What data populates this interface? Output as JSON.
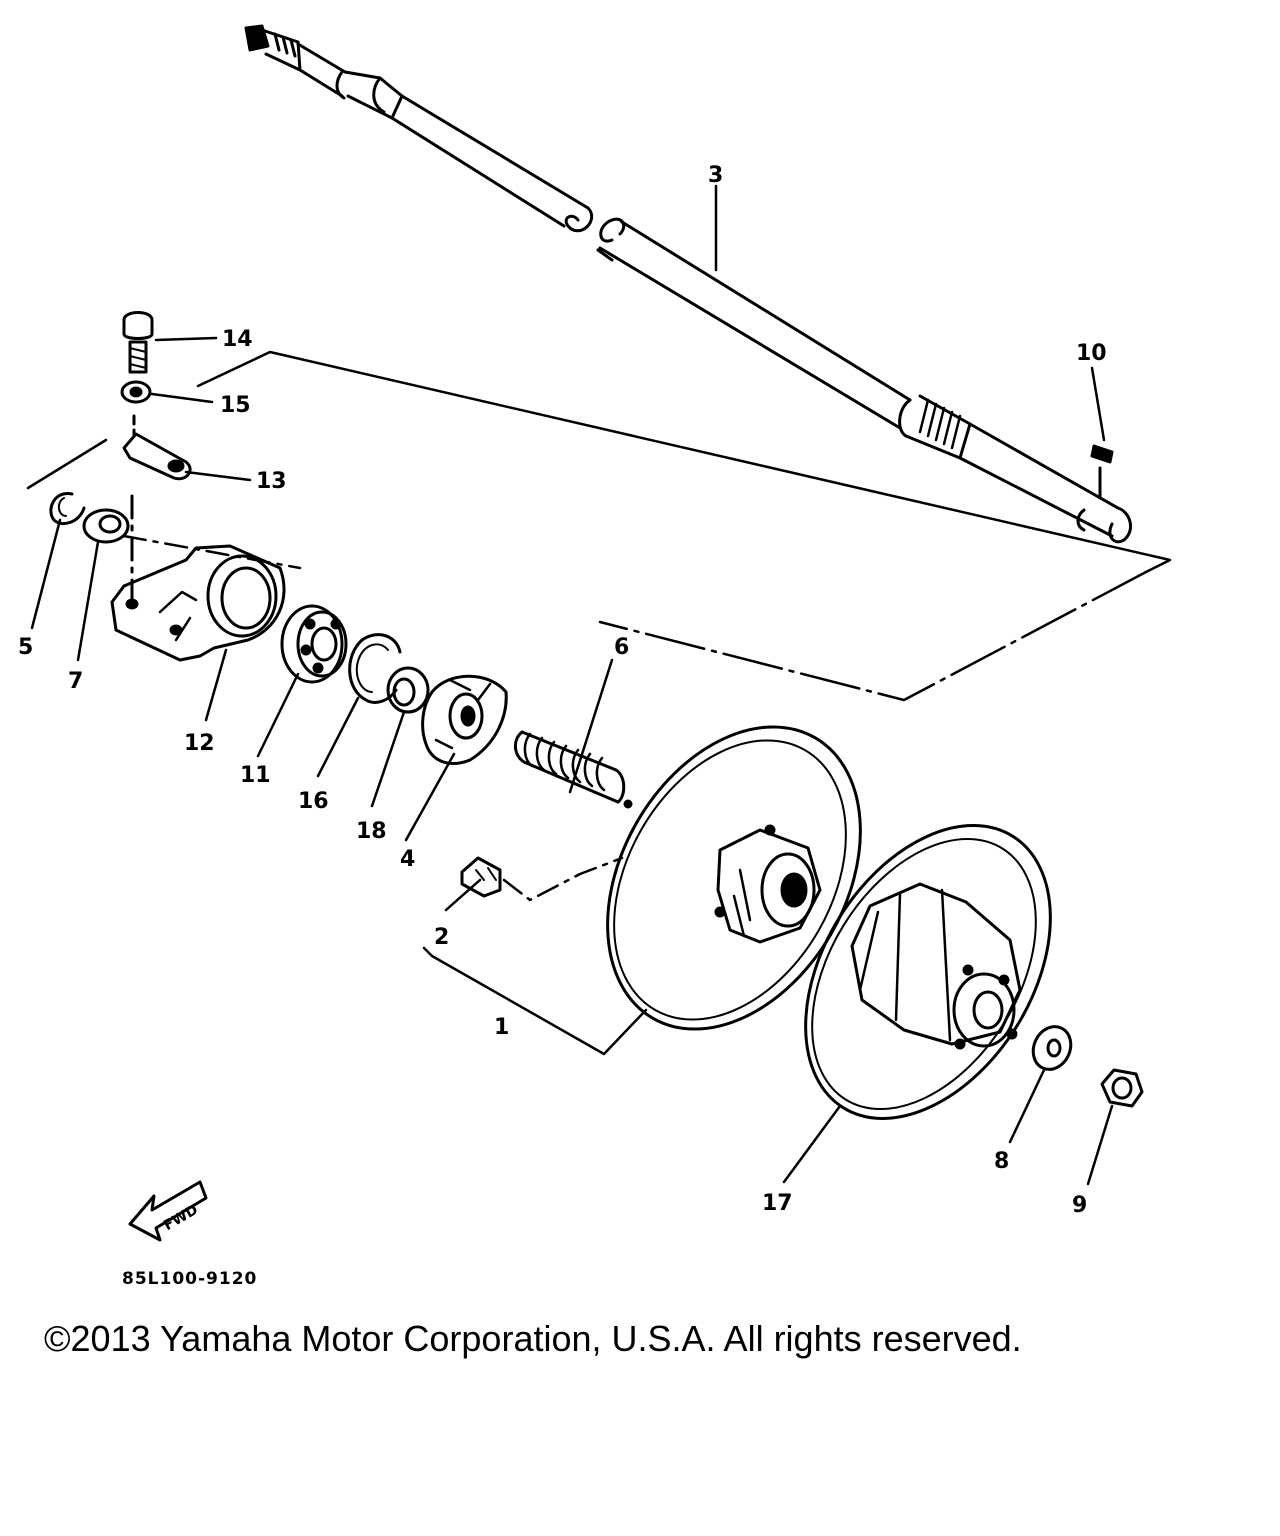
{
  "diagram": {
    "parts": [
      {
        "id": "p1",
        "number": "1"
      },
      {
        "id": "p2",
        "number": "2"
      },
      {
        "id": "p3",
        "number": "3"
      },
      {
        "id": "p4",
        "number": "4"
      },
      {
        "id": "p5",
        "number": "5"
      },
      {
        "id": "p6",
        "number": "6"
      },
      {
        "id": "p7",
        "number": "7"
      },
      {
        "id": "p8",
        "number": "8"
      },
      {
        "id": "p9",
        "number": "9"
      },
      {
        "id": "p10",
        "number": "10"
      },
      {
        "id": "p11",
        "number": "11"
      },
      {
        "id": "p12",
        "number": "12"
      },
      {
        "id": "p13",
        "number": "13"
      },
      {
        "id": "p14",
        "number": "14"
      },
      {
        "id": "p15",
        "number": "15"
      },
      {
        "id": "p16",
        "number": "16"
      },
      {
        "id": "p17",
        "number": "17"
      },
      {
        "id": "p18",
        "number": "18"
      }
    ],
    "direction_marker": "FWD",
    "drawing_code": "85L100-9120"
  },
  "footer": {
    "copyright": "©2013 Yamaha Motor Corporation, U.S.A. All rights reserved."
  },
  "colors": {
    "ink": "#000000",
    "paper": "#ffffff"
  }
}
